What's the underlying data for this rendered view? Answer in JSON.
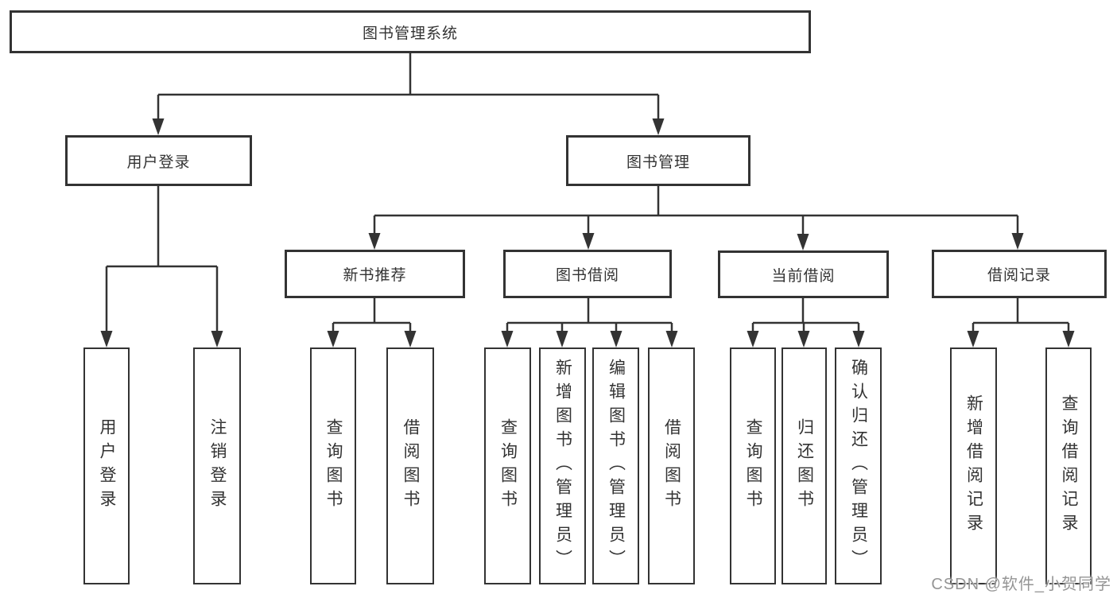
{
  "tree": {
    "root": {
      "label": "图书管理系统"
    },
    "branches": [
      {
        "label": "用户登录",
        "children": [
          {
            "label": "用户登录"
          },
          {
            "label": "注销登录"
          }
        ]
      },
      {
        "label": "图书管理",
        "children": [
          {
            "label": "新书推荐",
            "children": [
              {
                "label": "查询图书"
              },
              {
                "label": "借阅图书"
              }
            ]
          },
          {
            "label": "图书借阅",
            "children": [
              {
                "label": "查询图书"
              },
              {
                "label": "新增图书（管理员）"
              },
              {
                "label": "编辑图书（管理员）"
              },
              {
                "label": "借阅图书"
              }
            ]
          },
          {
            "label": "当前借阅",
            "children": [
              {
                "label": "查询图书"
              },
              {
                "label": "归还图书"
              },
              {
                "label": "确认归还（管理员）"
              }
            ]
          },
          {
            "label": "借阅记录",
            "children": [
              {
                "label": "新增借阅记录"
              },
              {
                "label": "查询借阅记录"
              }
            ]
          }
        ]
      }
    ]
  },
  "colors": {
    "line": "#333333",
    "box_border": "#333333",
    "text": "#333333",
    "watermark": "#828282"
  },
  "watermark": {
    "text": "CSDN @软件_小贺同学"
  }
}
